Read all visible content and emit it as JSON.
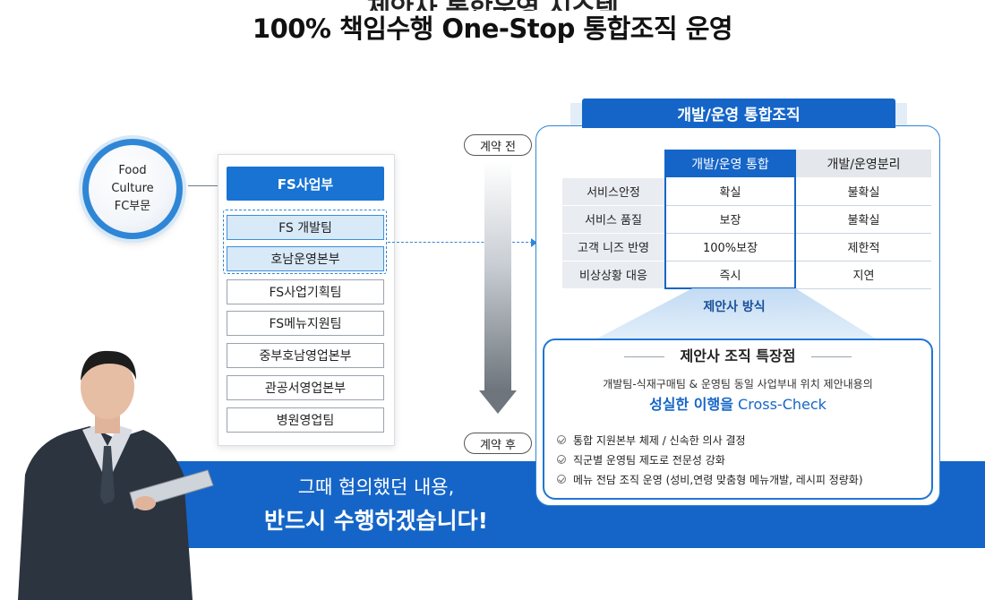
{
  "headline": {
    "line1": "제안사 통합운영 시스템",
    "line2": "100% 책임수행 One-Stop 통합조직 운영"
  },
  "circle": {
    "line1": "Food",
    "line2": "Culture",
    "line3": "FC부문"
  },
  "org": {
    "head": "FS사업부",
    "highlighted": [
      "FS 개발팀",
      "호남운영본부"
    ],
    "teams": [
      "FS사업기획팀",
      "FS메뉴지원팀",
      "중부호남영업본부",
      "관공서영업본부",
      "병원영업팀"
    ]
  },
  "timeline": {
    "before": "계약 전",
    "after": "계약 후"
  },
  "panel": {
    "tab_title": "개발/운영 통합조직",
    "table": {
      "col_integrated": "개발/운영 통합",
      "col_separated": "개발/운영분리",
      "rows": [
        {
          "label": "서비스안정",
          "integrated": "확실",
          "separated": "불확실"
        },
        {
          "label": "서비스 품질",
          "integrated": "보장",
          "separated": "불확실"
        },
        {
          "label": "고객 니즈 반영",
          "integrated": "100%보장",
          "separated": "제한적"
        },
        {
          "label": "비상상황 대응",
          "integrated": "즉시",
          "separated": "지연"
        }
      ]
    },
    "method_label": "제안사 방식",
    "features": {
      "title": "제안사 조직 특장점",
      "subtitle": "개발팀-식재구매팀 & 운영팀 동일 사업부내 위치 제안내용의",
      "emphasis_bold": "성실한 이행을",
      "emphasis_rest": " Cross-Check",
      "items": [
        "통합 지원본부 체제 / 신속한 의사 결정",
        "직군별 운영팀 제도로 전문성 강화",
        "메뉴 전담 조직 운영 (성비,연령 맞춤형 메뉴개발, 레시피 정량화)"
      ]
    }
  },
  "banner": {
    "line1": "그때 협의했던 내용,",
    "line2": "반드시 수행하겠습니다!"
  },
  "colors": {
    "primary_blue": "#1565c8",
    "accent_blue": "#2f86d6",
    "light_blue": "#d8e9f8"
  }
}
